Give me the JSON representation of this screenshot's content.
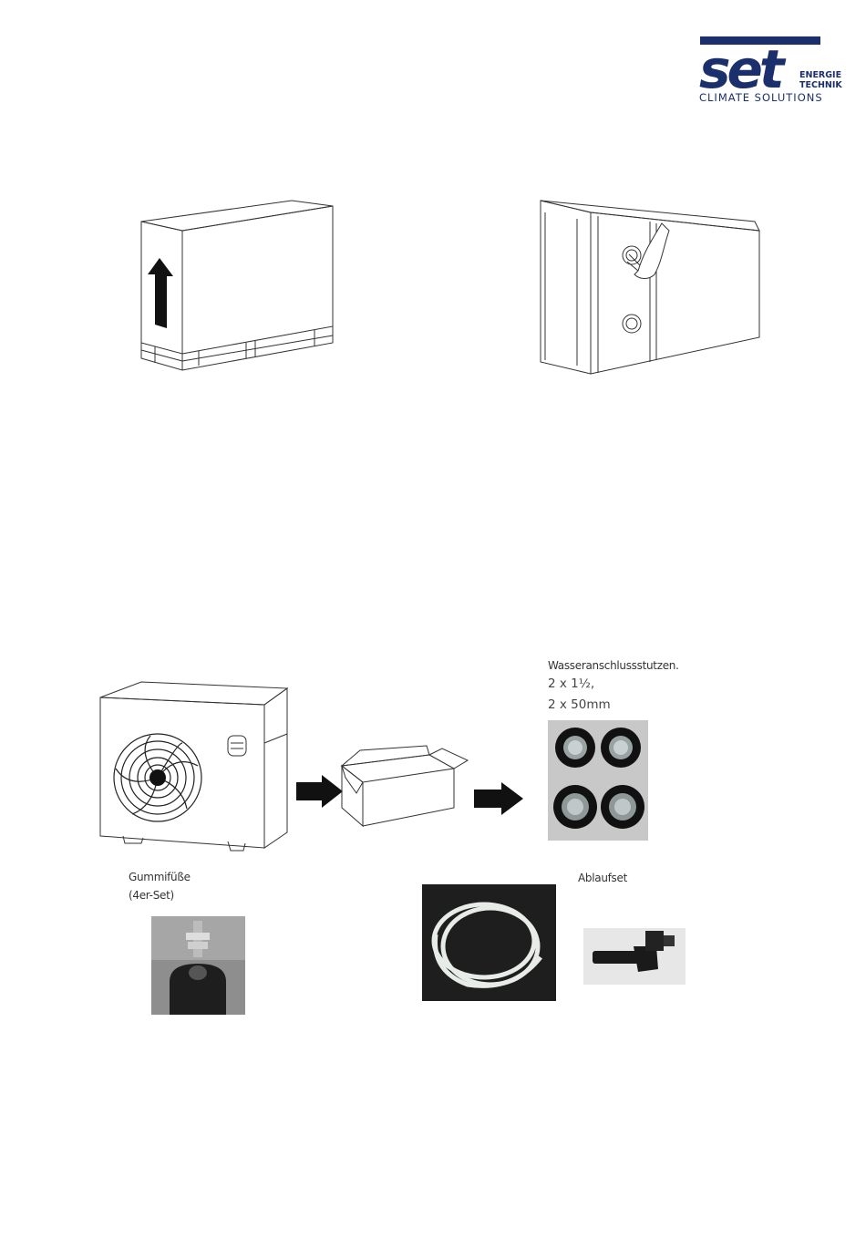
{
  "logo": {
    "wordmark": "set",
    "line1": "ENERGIE",
    "line2": "TECHNIK",
    "tagline": "CLIMATE SOLUTIONS",
    "color": "#1c2f6d"
  },
  "accessories": {
    "connectors": {
      "title": "Wasseranschlussstutzen.",
      "line1": "2 x 1½,",
      "line2": "2 x 50mm"
    },
    "rubber_feet": {
      "title": "Gummifüße",
      "subtitle": "(4er-Set)"
    },
    "drain": {
      "title": "Ablaufset"
    }
  },
  "icons": [
    "up-arrow-icon",
    "right-arrow-icon",
    "right-arrow-icon"
  ]
}
